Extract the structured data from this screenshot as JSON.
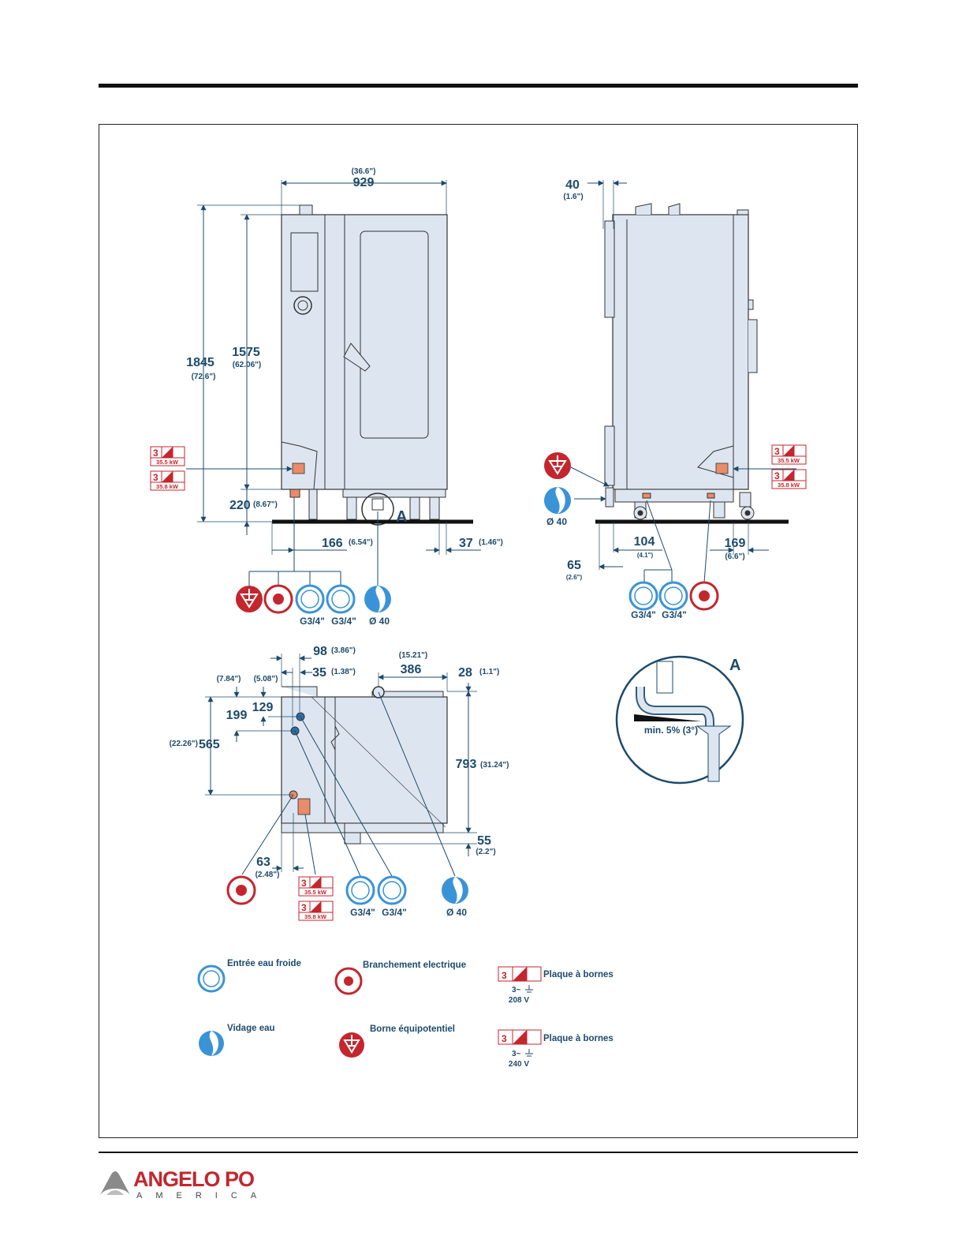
{
  "front_view": {
    "width_mm": "929",
    "width_in": "(36.6\")",
    "height_mm": "1845",
    "height_in": "(72.6\")",
    "door_height_mm": "1575",
    "door_height_in": "(62.06\")",
    "base_height_mm": "220",
    "base_height_in": "(8.67\")",
    "offset_a_mm": "166",
    "offset_a_in": "(6.54\")",
    "offset_b_mm": "37",
    "offset_b_in": "(1.46\")",
    "detail_letter": "A",
    "water_in_1": "G3/4\"",
    "water_in_2": "G3/4\"",
    "drain": "Ø 40"
  },
  "side_view": {
    "top_mm": "40",
    "top_in": "(1.6\")",
    "back_mm": "65",
    "back_in": "(2.6\")",
    "mid_mm": "104",
    "mid_in": "(4.1\")",
    "right_mm": "169",
    "right_in": "(6.6\")",
    "drain": "Ø 40",
    "water_in_1": "G3/4\"",
    "water_in_2": "G3/4\""
  },
  "top_view": {
    "d98_mm": "98",
    "d98_in": "(3.86\")",
    "d35_mm": "35",
    "d35_in": "(1.38\")",
    "d386_mm": "386",
    "d386_in": "(15.21\")",
    "d28_mm": "28",
    "d28_in": "(1.1\")",
    "d199_mm": "199",
    "d199_in": "(7.84\")",
    "d129_mm": "129",
    "d129_in": "(5.08\")",
    "d565_mm": "565",
    "d565_in": "(22.26\")",
    "d793_mm": "793",
    "d793_in": "(31.24\")",
    "d55_mm": "55",
    "d55_in": "(2.2\")",
    "d63_mm": "63",
    "d63_in": "(2.48\")",
    "water_in_1": "G3/4\"",
    "water_in_2": "G3/4\"",
    "drain": "Ø 40"
  },
  "detail_a": {
    "letter": "A",
    "slope": "min. 5% (3°)"
  },
  "terminal_plate": {
    "phase_number": "3",
    "power_1": "35.5 kW",
    "power_2": "35.8 kW"
  },
  "legend": {
    "cold_water": "Entrée eau froide",
    "electrical": "Branchement electrique",
    "drain": "Vidage eau",
    "equipotential": "Borne équipotentiel",
    "plate_1": "Plaque à bornes",
    "plate_1_phase": "3~",
    "plate_1_voltage": "208 V",
    "plate_2": "Plaque à bornes",
    "plate_2_phase": "3~",
    "plate_2_voltage": "240 V"
  },
  "brand": {
    "name": "ANGELO PO",
    "sub": "AMERICA"
  },
  "colors": {
    "navy": "#1d4a6b",
    "red": "#c4262e",
    "steel": "#dde6f0",
    "water_blue": "#3a93d6",
    "orange": "#e88c6a"
  }
}
